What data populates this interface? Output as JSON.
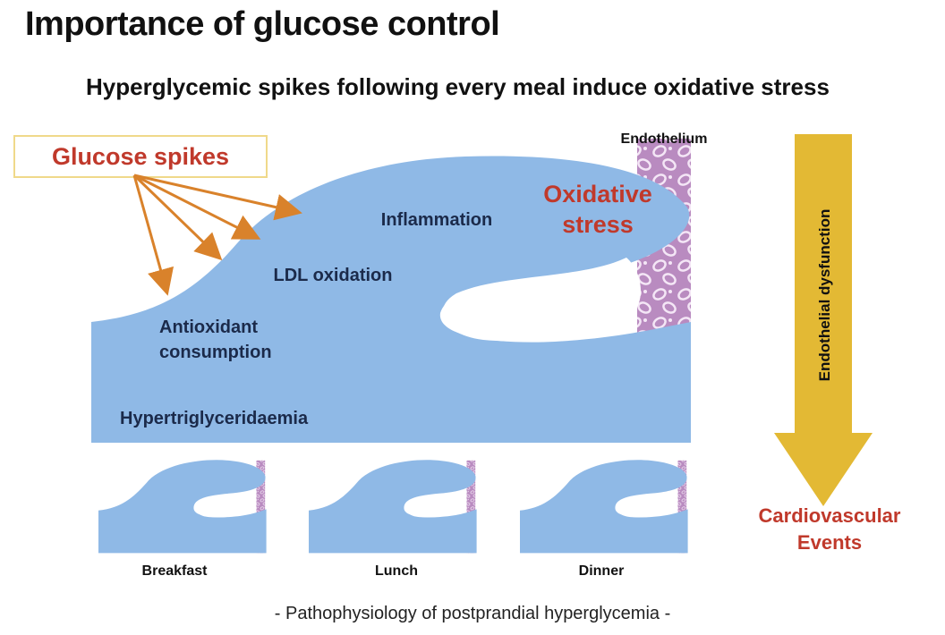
{
  "title": "Importance of glucose control",
  "subtitle": "Hyperglycemic spikes following every meal induce oxidative stress",
  "glucose_spikes_label": "Glucose spikes",
  "endothelium_label": "Endothelium",
  "wave_labels": {
    "inflammation": "Inflammation",
    "ldl_oxidation": "LDL oxidation",
    "antioxidant_line1": "Antioxidant",
    "antioxidant_line2": "consumption",
    "hypertriglyceridaemia": "Hypertriglyceridaemia",
    "oxidative_line1": "Oxidative",
    "oxidative_line2": "stress"
  },
  "arrow_label": "Endothelial dysfunction",
  "outcome_line1": "Cardiovascular",
  "outcome_line2": "Events",
  "meals": [
    "Breakfast",
    "Lunch",
    "Dinner"
  ],
  "caption": "- Pathophysiology of postprandial hyperglycemia -",
  "colors": {
    "wave": "#8fb9e6",
    "endothelium": "#b98bc0",
    "spike_arrows": "#d9822b",
    "box_border": "#f0d98a",
    "big_arrow": "#e3b934",
    "red_text": "#c0392b"
  }
}
